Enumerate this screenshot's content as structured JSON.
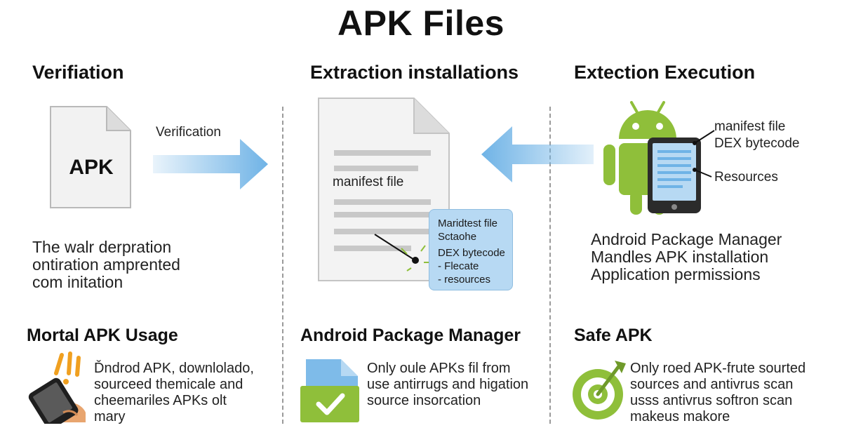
{
  "title": "APK Files",
  "columns": [
    {
      "heading": "Verifiation",
      "file_label": "APK",
      "arrow_label": "Verification",
      "description": [
        "The walr derpration",
        "ontiration amprented",
        "com initation"
      ]
    },
    {
      "heading": "Extraction installations",
      "doc_label": "manifest file",
      "callout": [
        "Maridtest file",
        "Sctaohe",
        "DEX bytecode",
        "- Flecate",
        "- resources"
      ]
    },
    {
      "heading": "Extection Execution",
      "phone_labels": [
        "manifest file",
        "DEX bytecode",
        "Resources"
      ],
      "description": [
        "Android Package Manager",
        "Mandles APK installation",
        "Application permissions"
      ]
    }
  ],
  "bottom": [
    {
      "heading": "Mortal APK Usage",
      "lines": [
        "Ďndrod APK, downlolado,",
        "sourceed themicale and",
        "cheemariles APKs olt",
        "mary"
      ]
    },
    {
      "heading": "Android Package Manager",
      "lines": [
        "Only oule APKs fil from",
        "use antirrugs and higation",
        "source insorcation"
      ]
    },
    {
      "heading": "Safe APK",
      "lines": [
        "Only roed APK-frute sourted",
        "sources and antivrus scan",
        "usss antivrus softron scan",
        "makeus makore"
      ]
    }
  ],
  "colors": {
    "arrow_blue": "#6fb3e6",
    "android_green": "#8fbf3a",
    "callout_blue": "#b7d9f3",
    "exclaim_orange": "#f0a020"
  },
  "icons": [
    "apk-file-icon",
    "right-arrow-icon",
    "document-icon",
    "left-arrow-icon",
    "android-robot-icon",
    "phone-icon",
    "hand-phone-icon",
    "exclamation-icon",
    "package-check-icon",
    "target-icon"
  ]
}
